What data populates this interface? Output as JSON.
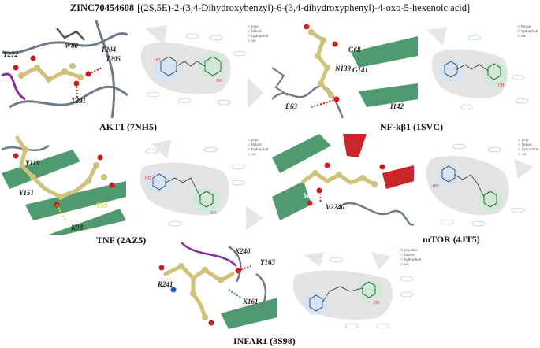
{
  "header": {
    "compound_id": "ZINC70454608",
    "compound_name": "[(2S,5E)-2-(3,4-Dihydroxybenzyl)-6-(3,4-dihydroxyphenyl)-4-oxo-5-hexenoic acid]"
  },
  "panels": [
    {
      "target": "AKT1 (7NH5)",
      "residues": [
        "W80",
        "Y272",
        "T204",
        "T205",
        "T291"
      ],
      "legend": [
        "pi-pi",
        "hbond",
        "hydrophob",
        "vw"
      ]
    },
    {
      "target": "NF-kβ1 (1SVC)",
      "residues": [
        "G68",
        "N139",
        "G141",
        "E63",
        "I142"
      ],
      "legend": [
        "hbond",
        "hydrophob",
        "vw"
      ]
    },
    {
      "target": "TNF (2AZ5)",
      "residues": [
        "Y119",
        "Y151",
        "K98",
        "Y59"
      ],
      "legend": [
        "pi-pi",
        "hbond",
        "hydrophob",
        "vw"
      ]
    },
    {
      "target": "mTOR (4JT5)",
      "residues": [
        "W2239",
        "V2240"
      ],
      "legend": [
        "pi-pi",
        "hbond",
        "hydrophob",
        "vw"
      ]
    },
    {
      "target": "INFAR1 (3S98)",
      "residues": [
        "K240",
        "Y163",
        "R241",
        "K161"
      ],
      "legend": [
        "pi-cation",
        "hbond",
        "hydrophob",
        "vw"
      ]
    }
  ],
  "colors": {
    "ribbon": "#4f9a6e",
    "ligand": "#cfc27a",
    "oxygen": "#d11a1a",
    "nitrogen": "#2c55c9",
    "hbond": "#d11a1a",
    "protein": "#6d7a8a",
    "hydrophob_zone": "#c8ecd0",
    "hbond_zone": "#cfe3f7",
    "pocket_zone": "#cfcfcf"
  }
}
